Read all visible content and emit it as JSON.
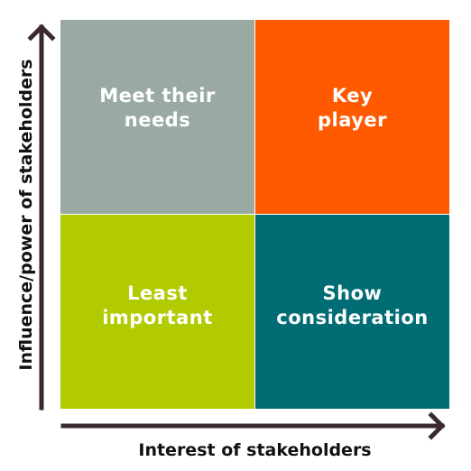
{
  "quadrants": {
    "top_left": {
      "line1": "Meet their",
      "line2": "needs",
      "color": "#9aaaa3"
    },
    "top_right": {
      "line1": "Key",
      "line2": "player",
      "color": "#ff5a00"
    },
    "bottom_left": {
      "line1": "Least",
      "line2": "important",
      "color": "#b2cb00"
    },
    "bottom_right": {
      "line1": "Show",
      "line2": "consideration",
      "color": "#006d75"
    }
  },
  "axes": {
    "x_label": "Interest of stakeholders",
    "y_label": "Influence/power of stakeholders",
    "arrow_color": "#3a2a30"
  }
}
